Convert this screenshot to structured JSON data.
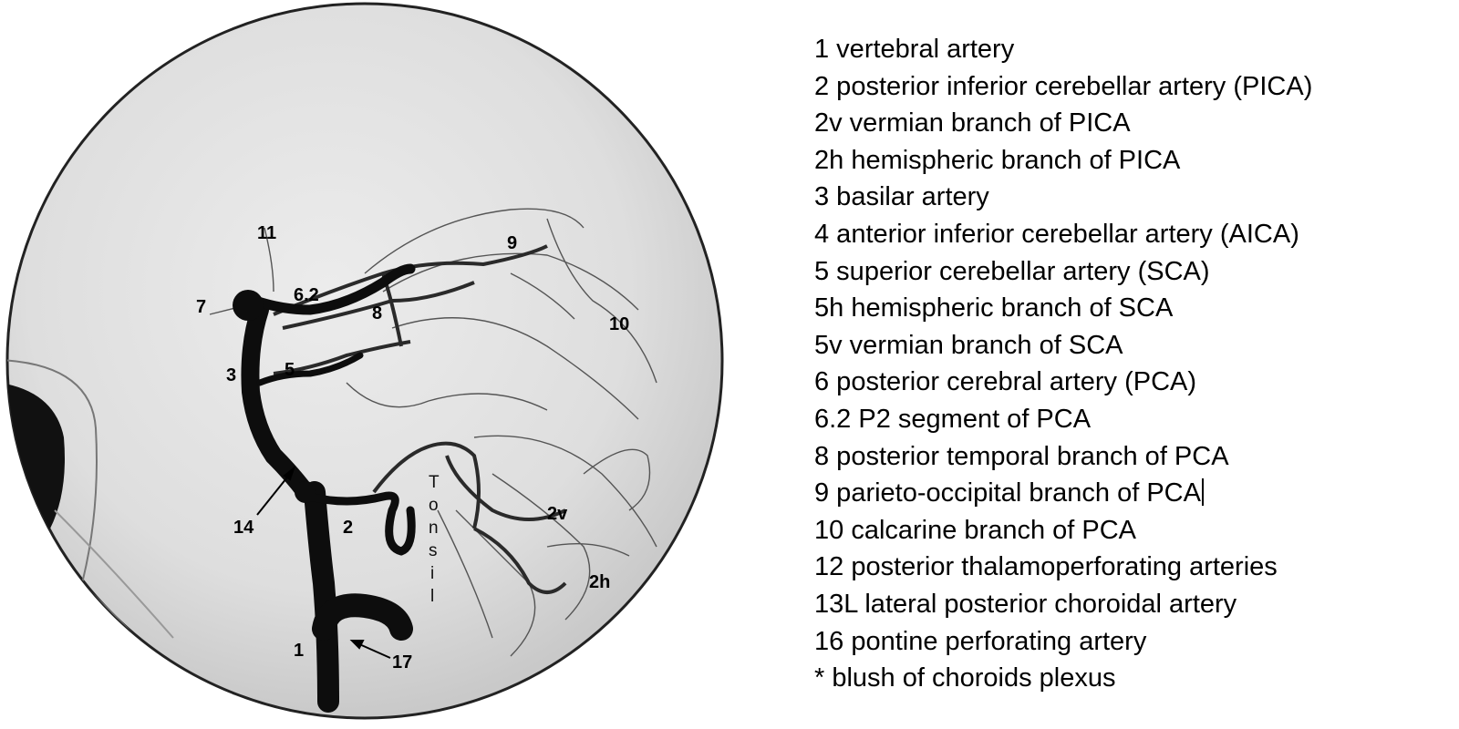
{
  "image": {
    "description_icon": "angiogram-icon",
    "labels": {
      "l1": "1",
      "l2": "2",
      "l2v": "2v",
      "l2h": "2h",
      "l3": "3",
      "l5": "5",
      "l6_2": "6.2",
      "l7": "7",
      "l8": "8",
      "l9": "9",
      "l10": "10",
      "l11": "11",
      "l14": "14",
      "l17": "17",
      "tonsil": [
        "T",
        "o",
        "n",
        "s",
        "i",
        "l"
      ]
    }
  },
  "legend": {
    "items": [
      "1 vertebral artery",
      "2 posterior inferior cerebellar artery (PICA)",
      "2v vermian branch of PICA",
      "2h hemispheric branch of PICA",
      "3 basilar artery",
      "4 anterior inferior cerebellar artery (AICA)",
      "5 superior cerebellar artery (SCA)",
      "5h hemispheric branch of SCA",
      "5v vermian branch of SCA",
      "6 posterior cerebral artery (PCA)",
      "6.2 P2 segment of PCA",
      "8 posterior temporal branch of PCA",
      "9 parieto-occipital branch of PCA",
      "10 calcarine branch of PCA",
      "12 posterior thalamoperforating arteries",
      "13L lateral posterior choroidal artery",
      "16 pontine perforating artery",
      "* blush of choroids plexus"
    ]
  }
}
